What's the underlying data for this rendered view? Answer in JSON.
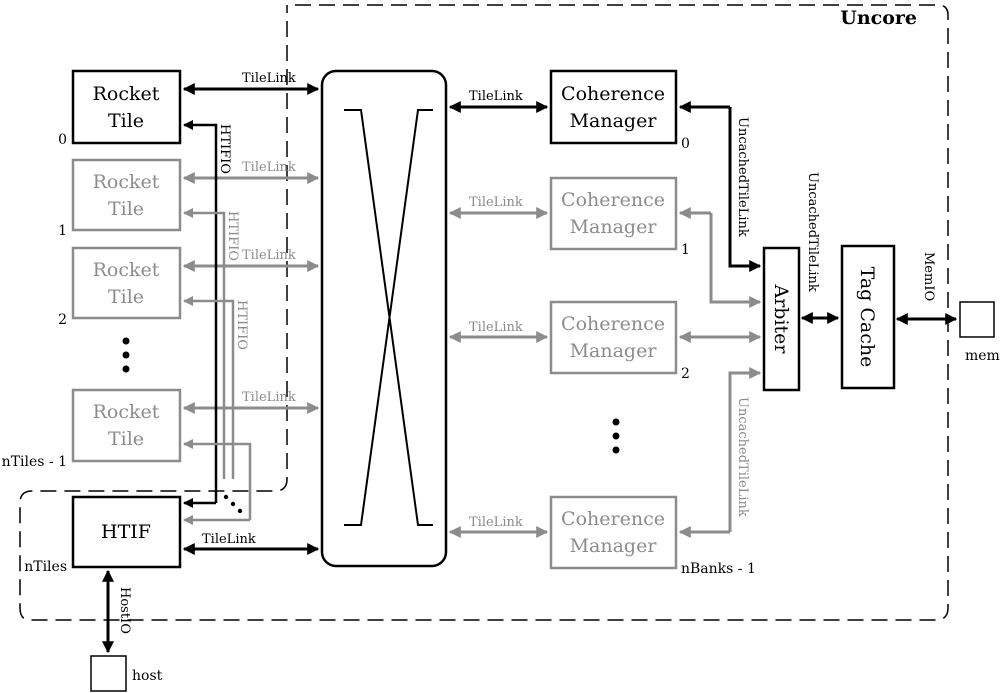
{
  "colors": {
    "primary": "#000000",
    "secondary": "#8c8c8c",
    "background": "#ffffff"
  },
  "regions": {
    "uncore_label": "Uncore"
  },
  "tiles": [
    {
      "line1": "Rocket",
      "line2": "Tile",
      "index": "0",
      "active": true
    },
    {
      "line1": "Rocket",
      "line2": "Tile",
      "index": "1",
      "active": false
    },
    {
      "line1": "Rocket",
      "line2": "Tile",
      "index": "2",
      "active": false
    },
    {
      "line1": "Rocket",
      "line2": "Tile",
      "index": "nTiles - 1",
      "active": false
    }
  ],
  "htif": {
    "label": "HTIF",
    "index": "nTiles"
  },
  "host": {
    "label": "host",
    "link": "HostIO"
  },
  "managers": [
    {
      "line1": "Coherence",
      "line2": "Manager",
      "index": "0",
      "active": true
    },
    {
      "line1": "Coherence",
      "line2": "Manager",
      "index": "1",
      "active": false
    },
    {
      "line1": "Coherence",
      "line2": "Manager",
      "index": "2",
      "active": false
    },
    {
      "line1": "Coherence",
      "line2": "Manager",
      "index": "nBanks - 1",
      "active": false
    }
  ],
  "arbiter": {
    "label": "Arbiter"
  },
  "tag_cache": {
    "label": "Tag Cache"
  },
  "mem": {
    "label": "mem",
    "link": "MemIO"
  },
  "links": {
    "tilelink": "TileLink",
    "htifio": "HTIFIO",
    "uncached": "UncachedTileLink"
  }
}
